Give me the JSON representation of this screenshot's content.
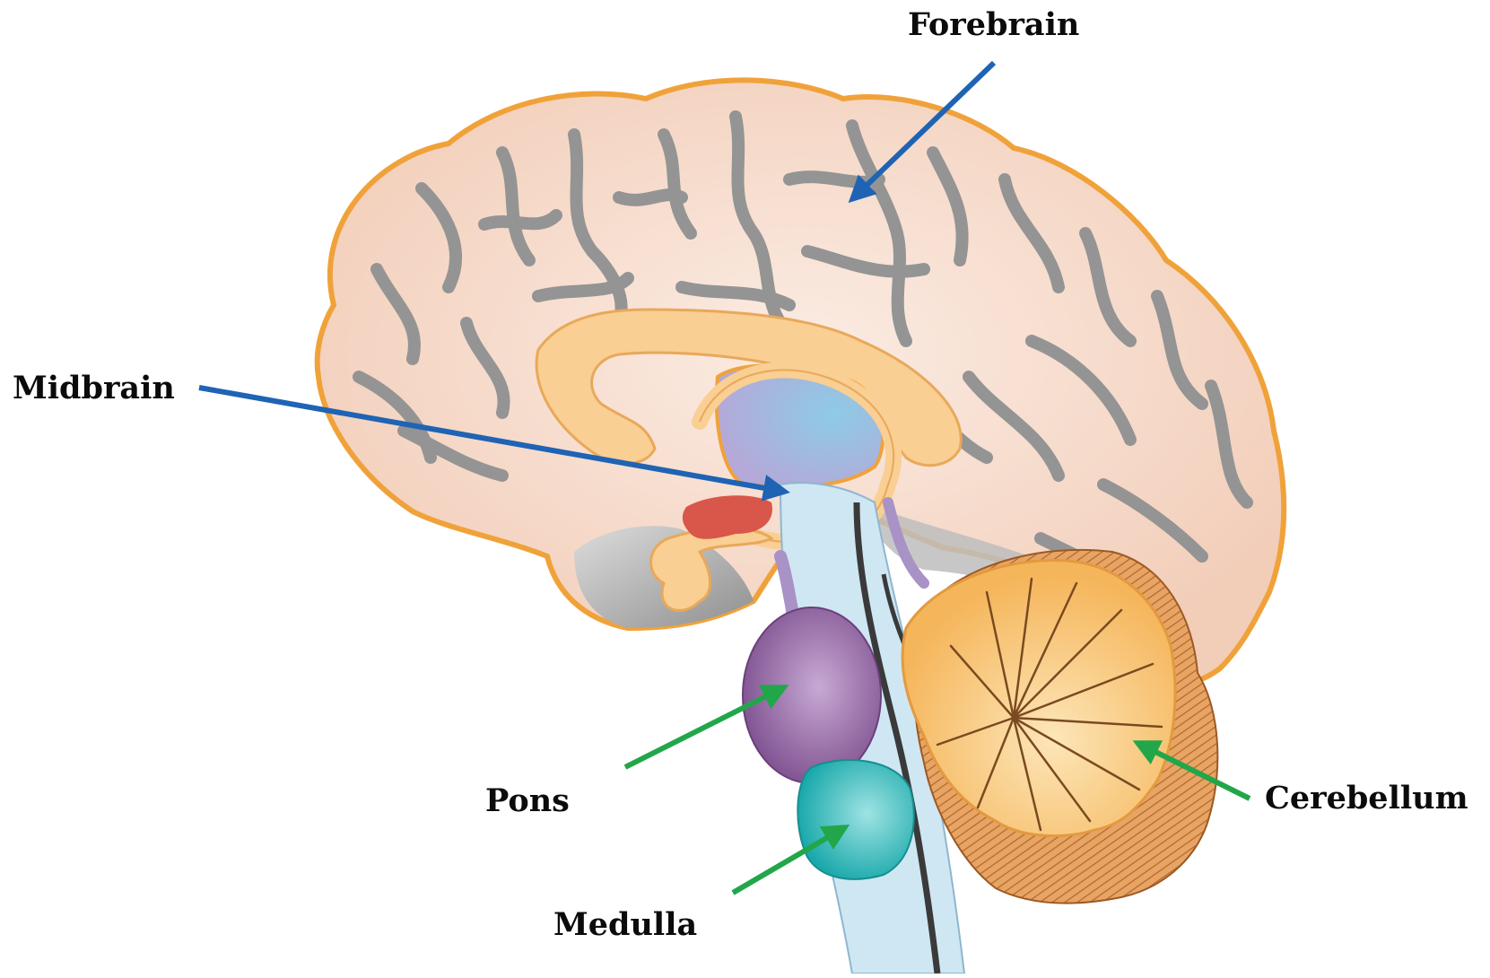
{
  "labels": {
    "forebrain": "Forebrain",
    "midbrain": "Midbrain",
    "pons": "Pons",
    "cerebellum": "Cerebellum",
    "medulla": "Medulla"
  },
  "colors": {
    "cortex_fill": "#f4d5c5",
    "cortex_outline": "#f0a23a",
    "sulci": "#949494",
    "corpus_callosum": "#f9cf93",
    "ventricle": "#b3b4da",
    "red_nucleus": "#d9564a",
    "brainstem": "#cfe7f3",
    "pons": "#8e5e98",
    "medulla": "#27b2b2",
    "cerebellum": "#f9c06a",
    "cerebellum_cortex": "#c87d3d",
    "arrow_blue": "#1f63b4",
    "arrow_green": "#22a64a"
  }
}
